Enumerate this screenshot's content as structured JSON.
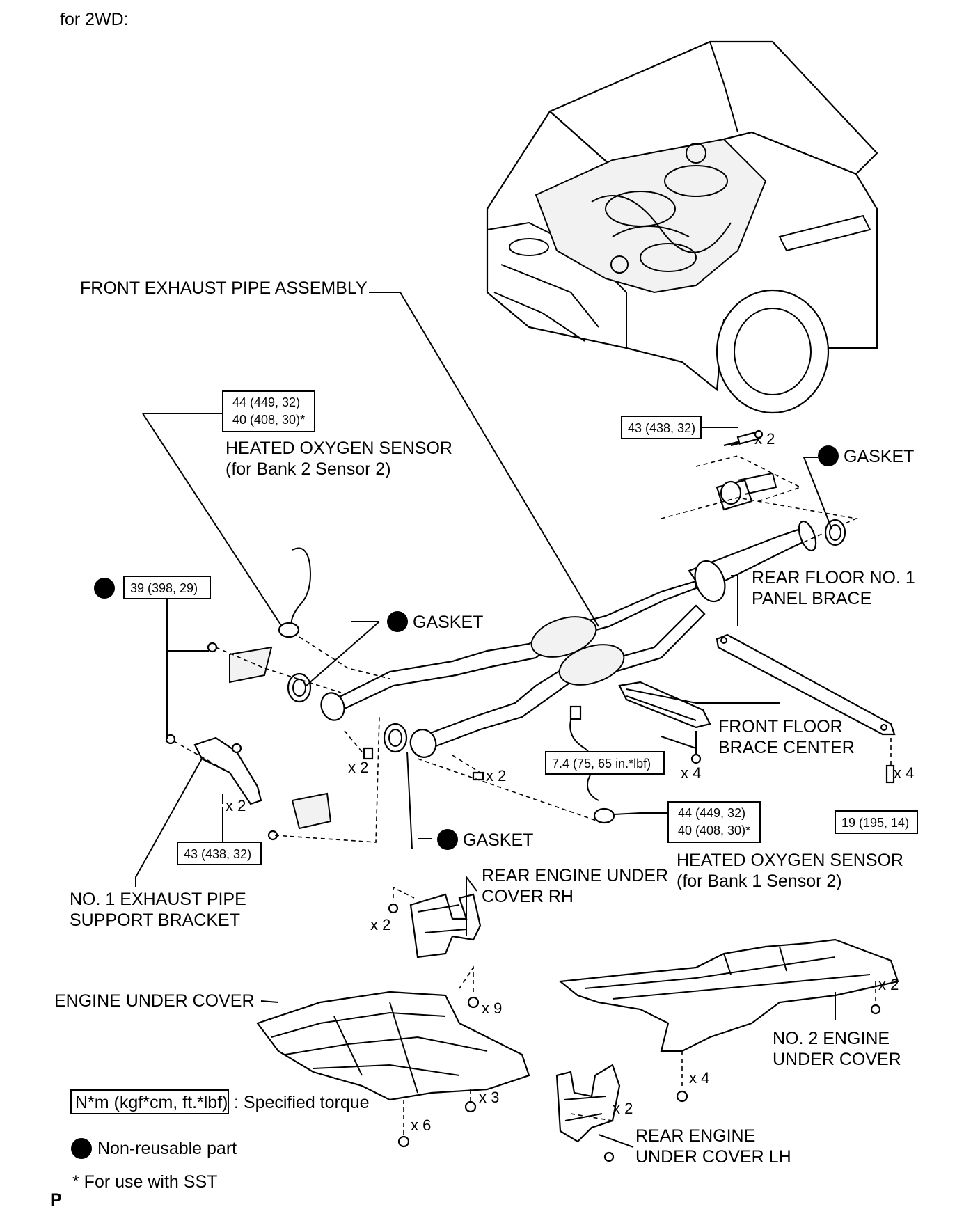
{
  "header": {
    "title": "for 2WD:"
  },
  "labels": {
    "front_exhaust_pipe": "FRONT EXHAUST PIPE ASSEMBLY",
    "hos_bank2_line1": "HEATED OXYGEN SENSOR",
    "hos_bank2_line2": "(for Bank 2 Sensor 2)",
    "gasket_top": "GASKET",
    "gasket_mid": "GASKET",
    "gasket_low": "GASKET",
    "rear_floor_line1": "REAR FLOOR NO. 1",
    "rear_floor_line2": "PANEL BRACE",
    "front_floor_line1": "FRONT FLOOR",
    "front_floor_line2": "BRACE CENTER",
    "hos_bank1_line1": "HEATED OXYGEN SENSOR",
    "hos_bank1_line2": "(for Bank 1 Sensor 2)",
    "bracket_line1": "NO. 1 EXHAUST PIPE",
    "bracket_line2": "SUPPORT BRACKET",
    "rear_engine_rh_line1": "REAR ENGINE UNDER",
    "rear_engine_rh_line2": "COVER RH",
    "engine_under_cover": "ENGINE UNDER COVER",
    "no2_engine_line1": "NO. 2 ENGINE",
    "no2_engine_line2": "UNDER COVER",
    "rear_engine_lh_line1": "REAR ENGINE",
    "rear_engine_lh_line2": "UNDER COVER LH"
  },
  "torques": {
    "hos_bank2_a": "44 (449, 32)",
    "hos_bank2_b": "40 (408, 30)*",
    "flange_top": "43 (438, 32)",
    "nut_left": "39 (398, 29)",
    "bracket_bolt": "43 (438, 32)",
    "floor_brace": "7.4 (75, 65 in.*lbf)",
    "hos_bank1_a": "44 (449, 32)",
    "hos_bank1_b": "40 (408, 30)*",
    "rear_brace": "19 (195, 14)"
  },
  "quantities": {
    "flange_top": "x 2",
    "flange_left": "x 2",
    "flange_right": "x 2",
    "bracket": "x 2",
    "floor_brace": "x 4",
    "rear_brace": "x 4",
    "rear_rh": "x 2",
    "engine_cover_top": "x 9",
    "engine_cover_right": "x 3",
    "engine_cover_bottom": "x 6",
    "no2_right": "x 2",
    "no2_bottom": "x 4",
    "rear_lh": "x 2"
  },
  "legend": {
    "torque_box": "N*m (kgf*cm, ft.*lbf)",
    "torque_text": ": Specified torque",
    "non_reusable": "Non-reusable part",
    "sst": "* For use with SST"
  },
  "footer": {
    "code": "P"
  }
}
